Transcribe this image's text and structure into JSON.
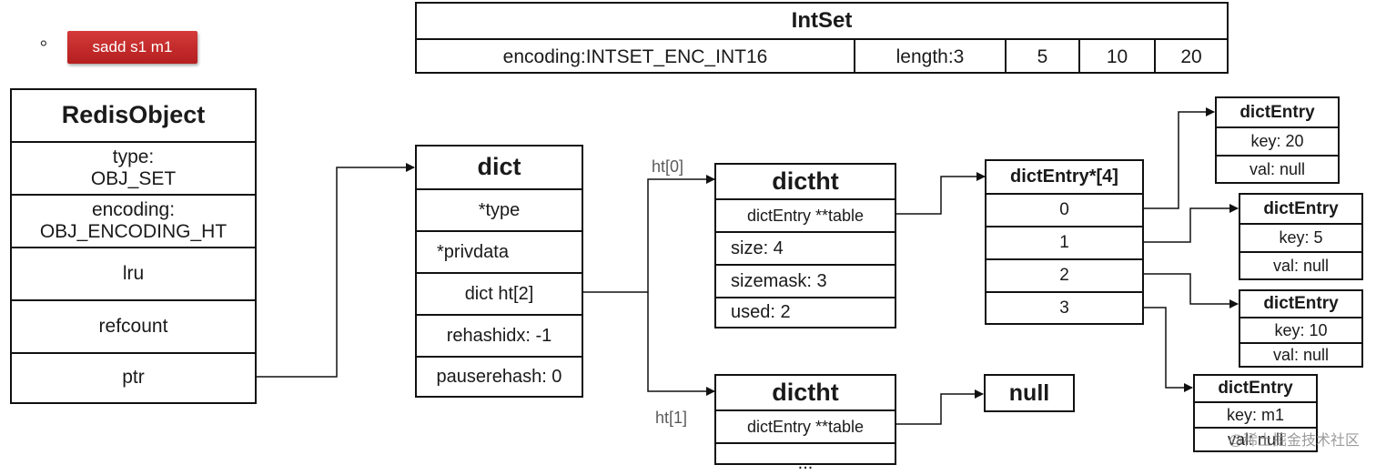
{
  "bullet": "。",
  "command": {
    "label": "sadd s1 m1"
  },
  "intset": {
    "title": "IntSet",
    "encoding": "encoding:INTSET_ENC_INT16",
    "length": "length:3",
    "values": [
      "5",
      "10",
      "20"
    ]
  },
  "redis_object": {
    "title": "RedisObject",
    "type": "type:\nOBJ_SET",
    "encoding": "encoding:\nOBJ_ENCODING_HT",
    "lru": "lru",
    "refcount": "refcount",
    "ptr": "ptr"
  },
  "dict": {
    "title": "dict",
    "fields": [
      "*type",
      "*privdata",
      "dict ht[2]",
      "rehashidx: -1",
      "pauserehash: 0"
    ]
  },
  "labels": {
    "ht0": "ht[0]",
    "ht1": "ht[1]"
  },
  "dictht0": {
    "title": "dictht",
    "fields": [
      "dictEntry **table",
      "size: 4",
      "sizemask: 3",
      "used: 2"
    ]
  },
  "dictht1": {
    "title": "dictht",
    "fields": [
      "dictEntry **table",
      "..."
    ]
  },
  "null_box": {
    "label": "null"
  },
  "entry_array": {
    "title": "dictEntry*[4]",
    "slots": [
      "0",
      "1",
      "2",
      "3"
    ]
  },
  "entries": [
    {
      "title": "dictEntry",
      "key": "key: 20",
      "val": "val: null"
    },
    {
      "title": "dictEntry",
      "key": "key: 5",
      "val": "val: null"
    },
    {
      "title": "dictEntry",
      "key": "key: 10",
      "val": "val: null"
    },
    {
      "title": "dictEntry",
      "key": "key: m1",
      "val": "val: null"
    }
  ],
  "watermark": "@稀土掘金技术社区"
}
